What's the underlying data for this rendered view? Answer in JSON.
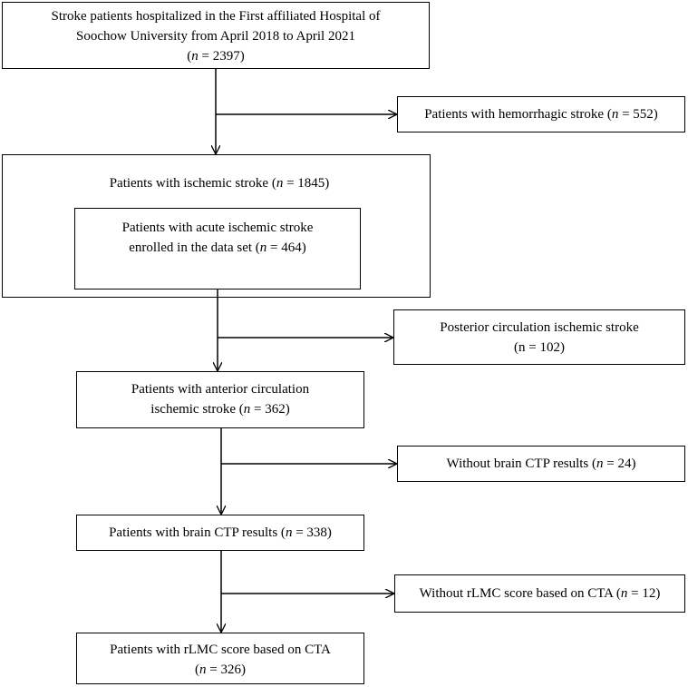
{
  "nodes": {
    "n1": {
      "line1": "Stroke patients hospitalized in the First affiliated Hospital of",
      "line2": "Soochow University from April 2018 to April 2021",
      "n_prefix": "(",
      "n_var": "n",
      "n_value": " = 2397)"
    },
    "n2": {
      "pre": "Patients with hemorrhagic stroke (",
      "var": "n",
      "post": " = 552)"
    },
    "n3": {
      "pre": "Patients with ischemic stroke (",
      "var": "n",
      "post": " = 1845)"
    },
    "n4": {
      "line1": "Patients with acute ischemic stroke",
      "pre": "enrolled in the data set (",
      "var": "n",
      "post": " = 464)"
    },
    "n5": {
      "line1": "Posterior circulation ischemic stroke",
      "line2": "(n = 102)"
    },
    "n6": {
      "line1": "Patients with anterior circulation",
      "pre": "ischemic stroke (",
      "var": "n",
      "post": " = 362)"
    },
    "n7": {
      "pre": "Without brain CTP results (",
      "var": "n",
      "post": " = 24)"
    },
    "n8": {
      "pre": "Patients with brain CTP results (",
      "var": "n",
      "post": " = 338)"
    },
    "n9": {
      "pre": "Without rLMC score based on CTA (",
      "var": "n",
      "post": " = 12)"
    },
    "n10": {
      "line1": "Patients with rLMC score based on CTA",
      "pre": "(",
      "var": "n",
      "post": " = 326)"
    }
  }
}
